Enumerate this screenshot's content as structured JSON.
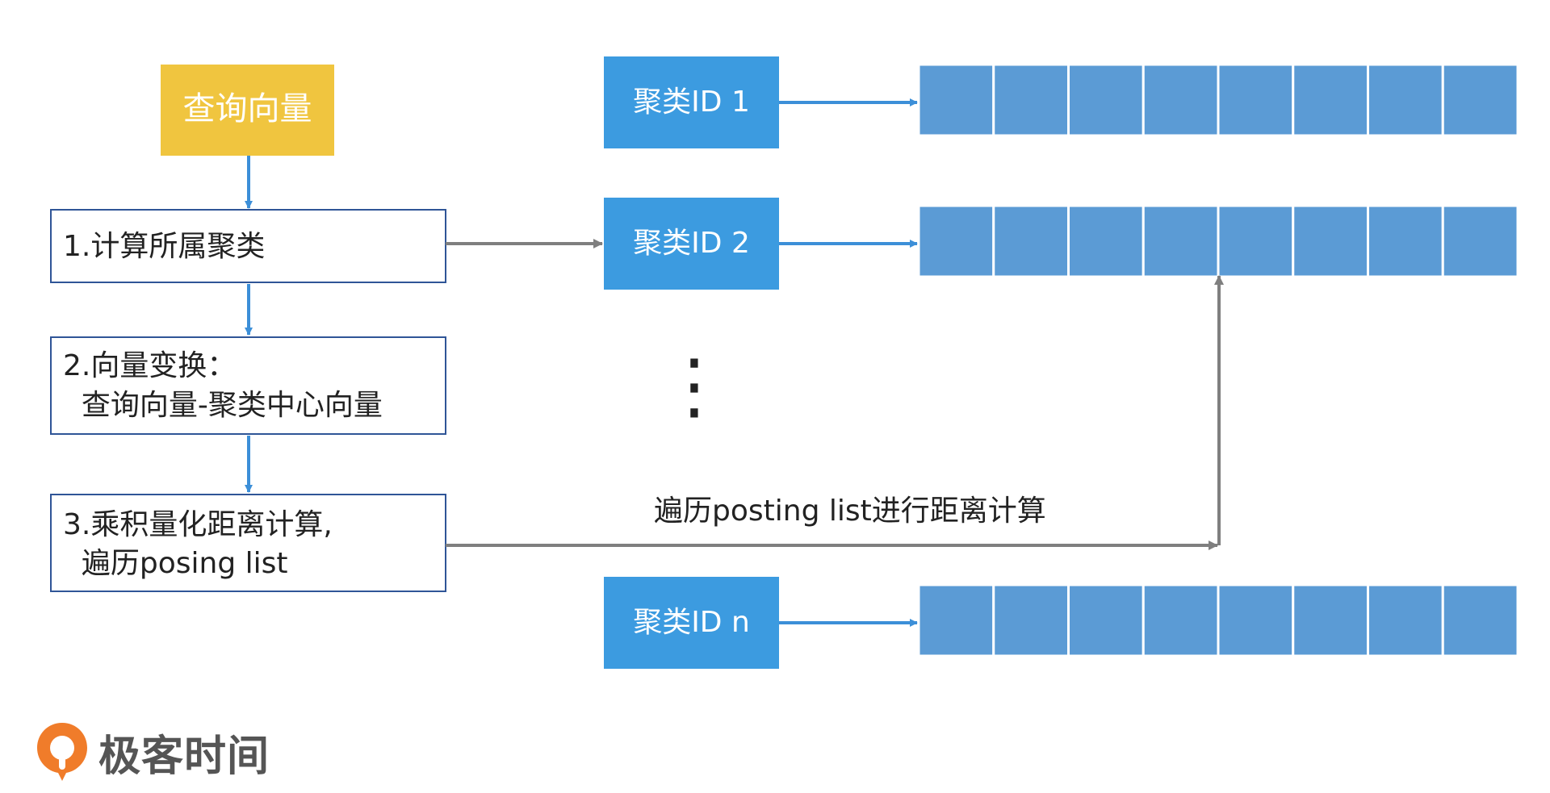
{
  "query_vector": {
    "label": "查询向量",
    "color": "#F0C53F"
  },
  "steps": [
    {
      "lines": [
        "1.计算所属聚类"
      ]
    },
    {
      "lines": [
        "2.向量变换：",
        "  查询向量-聚类中心向量"
      ]
    },
    {
      "lines": [
        "3.乘积量化距离计算,",
        "  遍历posing list"
      ]
    }
  ],
  "clusters": [
    {
      "label": "聚类ID 1"
    },
    {
      "label": "聚类ID 2"
    },
    {
      "label": "聚类ID n"
    }
  ],
  "posting_list_cell_count": 8,
  "ellipsis": "⋮",
  "traverse_label": "遍历posting list进行距离计算",
  "brand": {
    "name": "极客时间",
    "color": "#F07C2A"
  },
  "colors": {
    "cluster_box": "#3C9BE0",
    "cell": "#5B9BD5",
    "step_border": "#2F5597",
    "arrow_blue": "#3C8FD8",
    "arrow_gray": "#7F7F7F"
  }
}
